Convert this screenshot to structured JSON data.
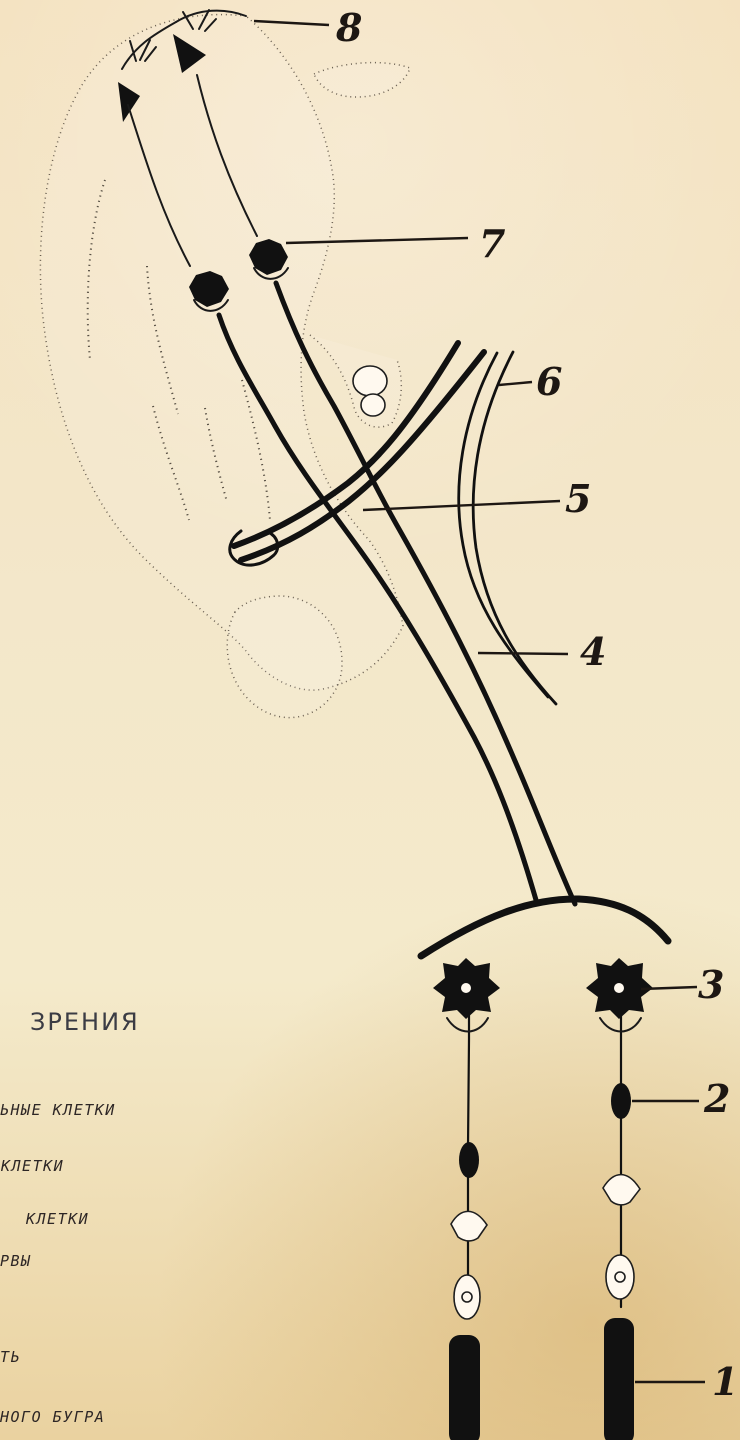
{
  "diagram": {
    "title": "ЗРЕНИЯ",
    "legend": [
      "ЬНЫЕ КЛЕТКИ",
      "КЛЕТКИ",
      "КЛЕТКИ",
      "РВЫ",
      "ТЬ",
      "НОГО БУГРА"
    ],
    "labels": [
      "8",
      "7",
      "6",
      "5",
      "4",
      "3",
      "2",
      "1"
    ]
  }
}
